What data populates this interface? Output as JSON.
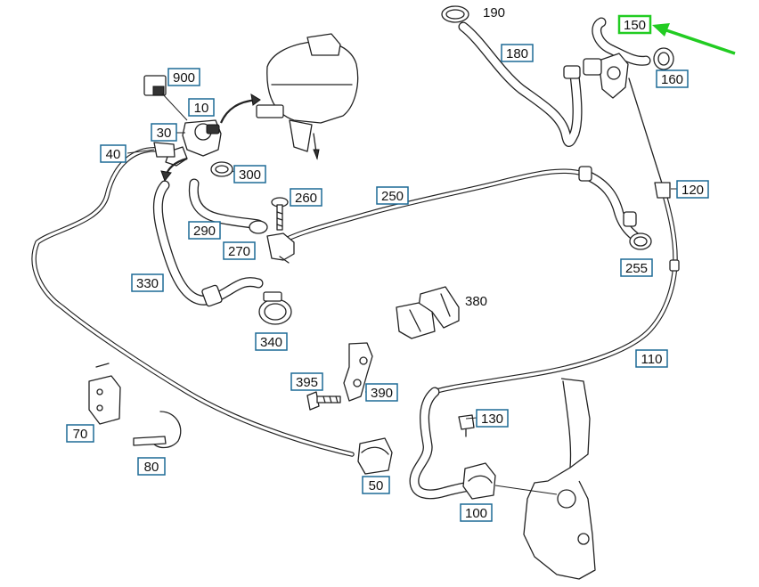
{
  "colors": {
    "label_border": "#1d6a96",
    "highlight": "#22cc22",
    "line": "#222222"
  },
  "labels": {
    "p10": "10",
    "p30": "30",
    "p40": "40",
    "p50": "50",
    "p70": "70",
    "p80": "80",
    "p100": "100",
    "p110": "110",
    "p120": "120",
    "p130": "130",
    "p150": "150",
    "p160": "160",
    "p180": "180",
    "p190": "190",
    "p250": "250",
    "p255": "255",
    "p260": "260",
    "p270": "270",
    "p290": "290",
    "p300": "300",
    "p330": "330",
    "p340": "340",
    "p380": "380",
    "p390": "390",
    "p395": "395",
    "p900": "900"
  }
}
